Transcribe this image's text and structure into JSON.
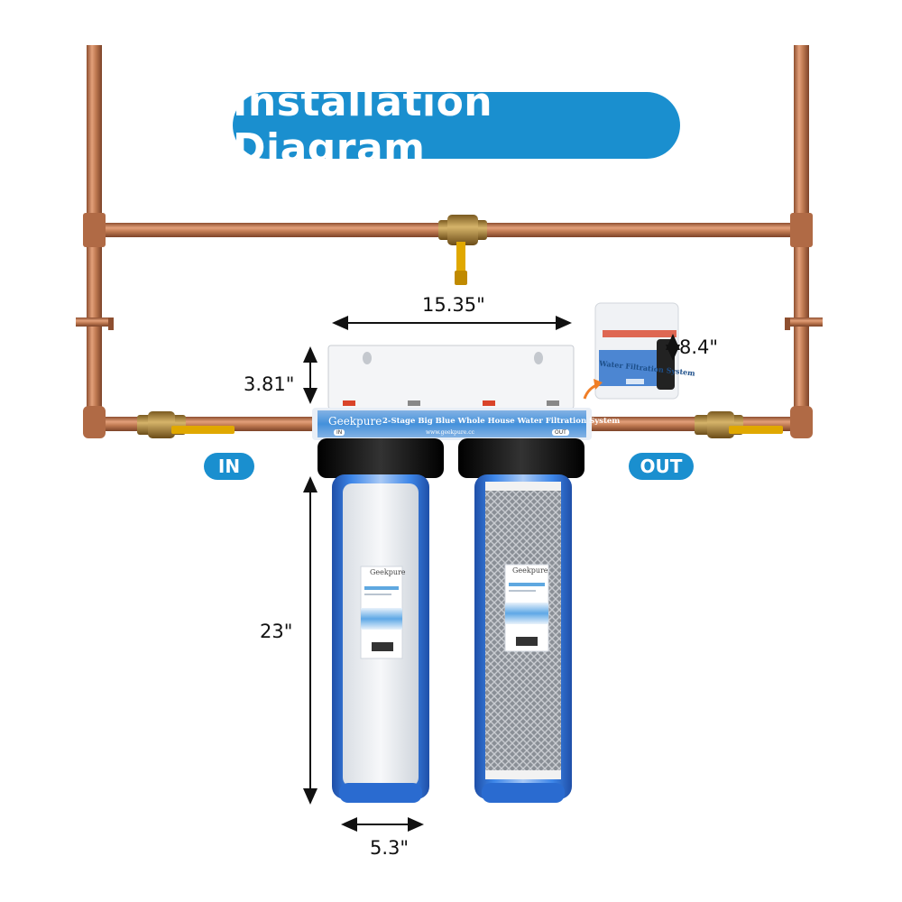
{
  "title": "Installation Diagram",
  "ports": {
    "inlet": "IN",
    "outlet": "OUT"
  },
  "dimensions": {
    "width": "15.35\"",
    "plate_height": "3.81\"",
    "depth": "8.4\"",
    "height": "23\"",
    "housing_diameter": "5.3\""
  },
  "product_label": {
    "brand": "Geekpure",
    "name": "2-Stage Big Blue Whole House Water Filtration System",
    "url": "www.geekpure.cc",
    "in_tag": "IN",
    "out_tag": "OUT"
  },
  "inset_label": "Water Filtration System",
  "cartridge_brand": "Geekpure",
  "colors": {
    "accent": "#1a8fcf",
    "copper": "#c07a52",
    "brass": "#b8903a",
    "valve_handle": "#e0a800",
    "housing_blue": "#2a6bd0",
    "housing_cap": "#111111"
  }
}
